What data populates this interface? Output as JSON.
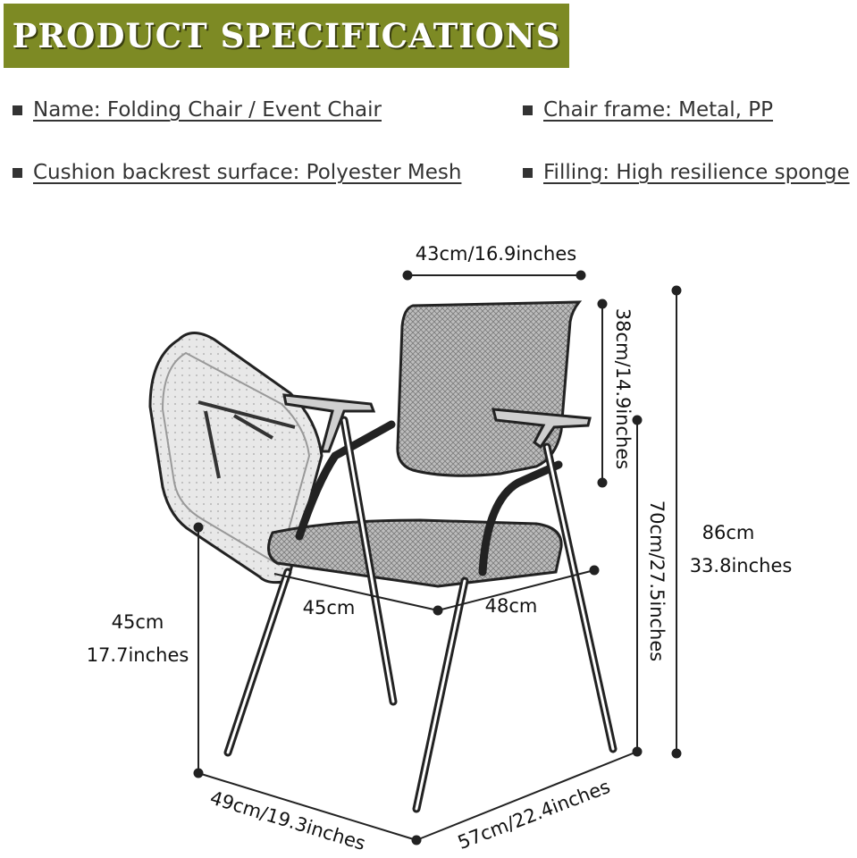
{
  "banner": {
    "title": "PRODUCT SPECIFICATIONS"
  },
  "specs": [
    {
      "text": "Name: Folding Chair / Event Chair"
    },
    {
      "text": "Chair frame: Metal, PP"
    },
    {
      "text": "Cushion backrest surface: Polyester Mesh"
    },
    {
      "text": "Filling: High resilience sponge"
    }
  ],
  "dimensions": {
    "backrest_width": "43cm/16.9inches",
    "backrest_height": "38cm/14.9inches",
    "total_height_cm": "86cm",
    "total_height_in": "33.8inches",
    "armrest_height": "70cm/27.5inches",
    "seat_height_cm": "45cm",
    "seat_height_in": "17.7inches",
    "seat_width": "45cm",
    "seat_depth": "48cm",
    "base_width": "49cm/19.3inches",
    "base_depth": "57cm/22.4inches"
  },
  "colors": {
    "banner": "#7d8a24",
    "text": "#333333"
  }
}
